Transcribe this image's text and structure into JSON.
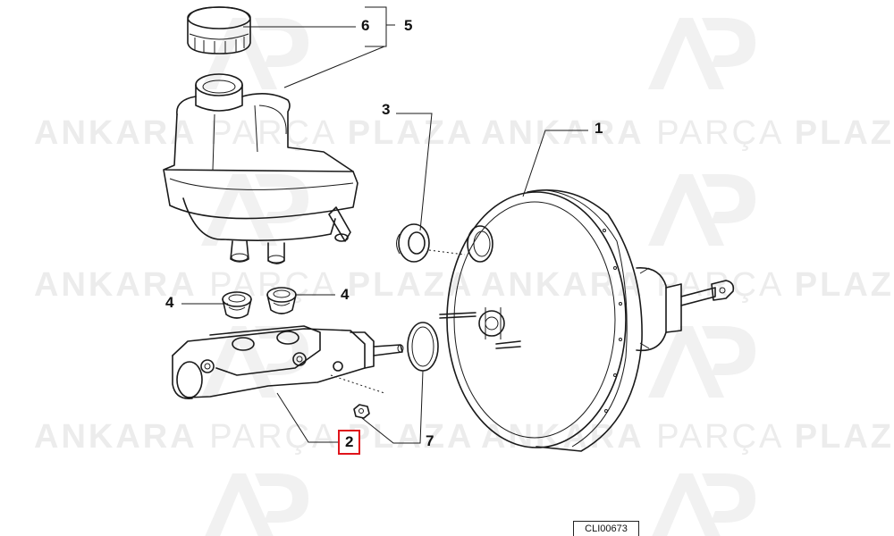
{
  "watermark": {
    "brand_bold_1": "ANKARA",
    "brand_light": "PARÇA",
    "brand_bold_2": "PLAZA",
    "logo_icon": "ap-logo-icon"
  },
  "callouts": {
    "part_1": "1",
    "part_2": "2",
    "part_3": "3",
    "part_4_left": "4",
    "part_4_right": "4",
    "part_5": "5",
    "part_6": "6",
    "part_7": "7"
  },
  "catalog_code": "CLI00673",
  "colors": {
    "highlight": "#e0141b",
    "line": "#1a1a1a",
    "watermark": "#ececec"
  }
}
